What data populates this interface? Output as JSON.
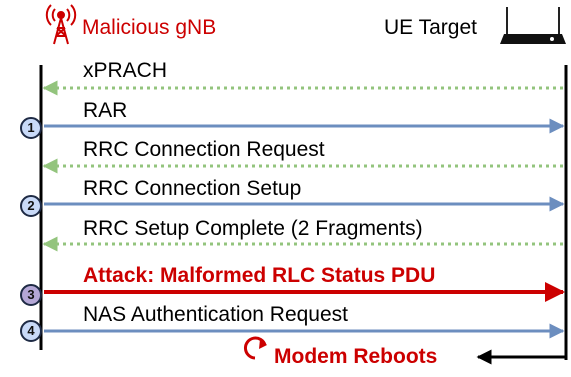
{
  "entities": {
    "gnb": "Malicious gNB",
    "ue": "UE Target"
  },
  "messages": [
    {
      "label": "xPRACH",
      "direction": "ue-to-gnb",
      "style": "dotted",
      "color": "#6aa84f"
    },
    {
      "label": "RAR",
      "direction": "gnb-to-ue",
      "style": "solid",
      "color": "#6c8ebf",
      "step": "1"
    },
    {
      "label": "RRC Connection Request",
      "direction": "ue-to-gnb",
      "style": "dotted",
      "color": "#6aa84f"
    },
    {
      "label": "RRC Connection Setup",
      "direction": "gnb-to-ue",
      "style": "solid",
      "color": "#6c8ebf",
      "step": "2"
    },
    {
      "label": "RRC Setup Complete (2 Fragments)",
      "direction": "ue-to-gnb",
      "style": "dotted",
      "color": "#6aa84f"
    },
    {
      "label": "Attack: Malformed RLC Status PDU",
      "direction": "gnb-to-ue",
      "style": "solid",
      "color": "#cc0000",
      "step": "3",
      "emphasis": true
    },
    {
      "label": "NAS Authentication Request",
      "direction": "gnb-to-ue",
      "style": "solid",
      "color": "#6c8ebf",
      "step": "4"
    }
  ],
  "outcome": {
    "label": "Modem Reboots",
    "color": "#cc0000"
  },
  "colors": {
    "badge_blue": "#c9daf8",
    "badge_purple": "#b4a7d6",
    "lifeline": "#000000"
  }
}
